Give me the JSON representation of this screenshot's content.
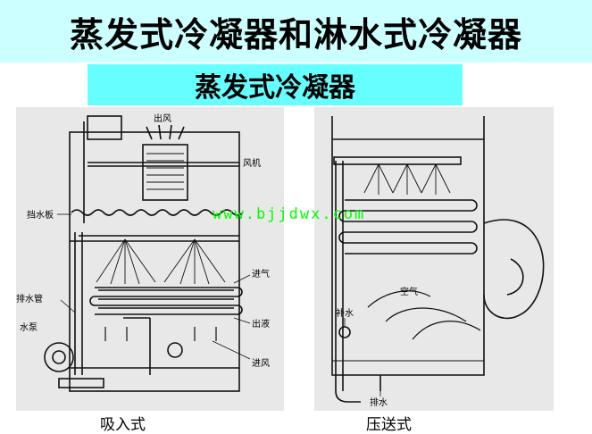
{
  "header": {
    "title": "蒸发式冷凝器和淋水式冷凝器"
  },
  "section": {
    "subtitle": "蒸发式冷凝器"
  },
  "left_diagram": {
    "caption": "吸入式",
    "labels": {
      "outlet_air": "出风",
      "fan": "风机",
      "water_baffle": "挡水板",
      "drain_pipe": "排水管",
      "pump": "水泵",
      "gas_in": "进气",
      "liquid_out": "出液",
      "air_in": "进风"
    }
  },
  "right_diagram": {
    "caption": "压送式",
    "labels": {
      "air": "空气",
      "makeup_water": "补水",
      "drain": "排水"
    }
  },
  "watermark": "www.bjjdwx.com"
}
